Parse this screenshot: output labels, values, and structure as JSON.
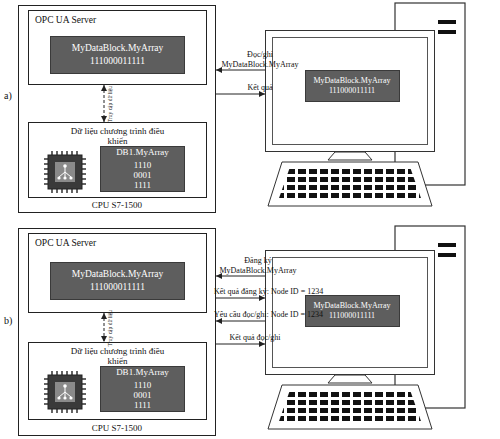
{
  "diagram": {
    "nodes": [
      {
        "text": [
          "CPU S7-1500"
        ]
      },
      {
        "text": [
          "OPC UA Server"
        ],
        "in": 0
      },
      {
        "text": [
          "MyDataBlock.MyArray",
          "111000011111"
        ],
        "in": 1
      },
      {
        "text": [
          "Dữ liệu chương trình điều khiển"
        ],
        "in": 0
      },
      {
        "text": [
          "DB1.MyArray",
          "1110 0001 1111"
        ],
        "in": 3
      },
      {
        "text": []
      },
      {
        "text": [
          "MyDataBlock.MyArray",
          "111000011111"
        ],
        "in": 5
      },
      {
        "text": [
          "CPU S7-1500"
        ]
      },
      {
        "text": [
          "OPC UA Server"
        ],
        "in": 7
      },
      {
        "text": [
          "MyDataBlock.MyArray",
          "111000011111"
        ],
        "in": 8
      },
      {
        "text": [
          "Dữ liệu chương trình điều khiển"
        ],
        "in": 7
      },
      {
        "text": [
          "DB1.MyArray",
          "1110 0001 1111"
        ],
        "in": 10
      },
      {
        "text": []
      },
      {
        "text": [
          "MyDataBlock.MyArray",
          "111000011111"
        ],
        "in": 12
      }
    ],
    "edges": [
      {
        "from": 1,
        "to": 3,
        "arrow": "both",
        "label": "Truy cập dữ liệu"
      },
      {
        "from": 5,
        "to": 0,
        "arrow": "to",
        "label": "Đọc/ghi MyDataBlock.MyArray"
      },
      {
        "from": 0,
        "to": 5,
        "arrow": "to",
        "label": "Kết quả"
      },
      {
        "from": 8,
        "to": 10,
        "arrow": "both",
        "label": "Truy cập dữ liệu"
      },
      {
        "from": 12,
        "to": 7,
        "arrow": "to",
        "label": "Đăng ký MyDataBlock.MyArray"
      },
      {
        "from": 7,
        "to": 12,
        "arrow": "to",
        "label": "Kết quả đăng ký: Node ID = 1234"
      },
      {
        "from": 12,
        "to": 7,
        "arrow": "to",
        "label": "Yêu cầu đọc/ghi: Node ID = 1234"
      },
      {
        "from": 7,
        "to": 12,
        "arrow": "to",
        "label": "Kết quả đọc/ghi"
      }
    ],
    "labels": [
      "a)",
      "b)"
    ]
  }
}
